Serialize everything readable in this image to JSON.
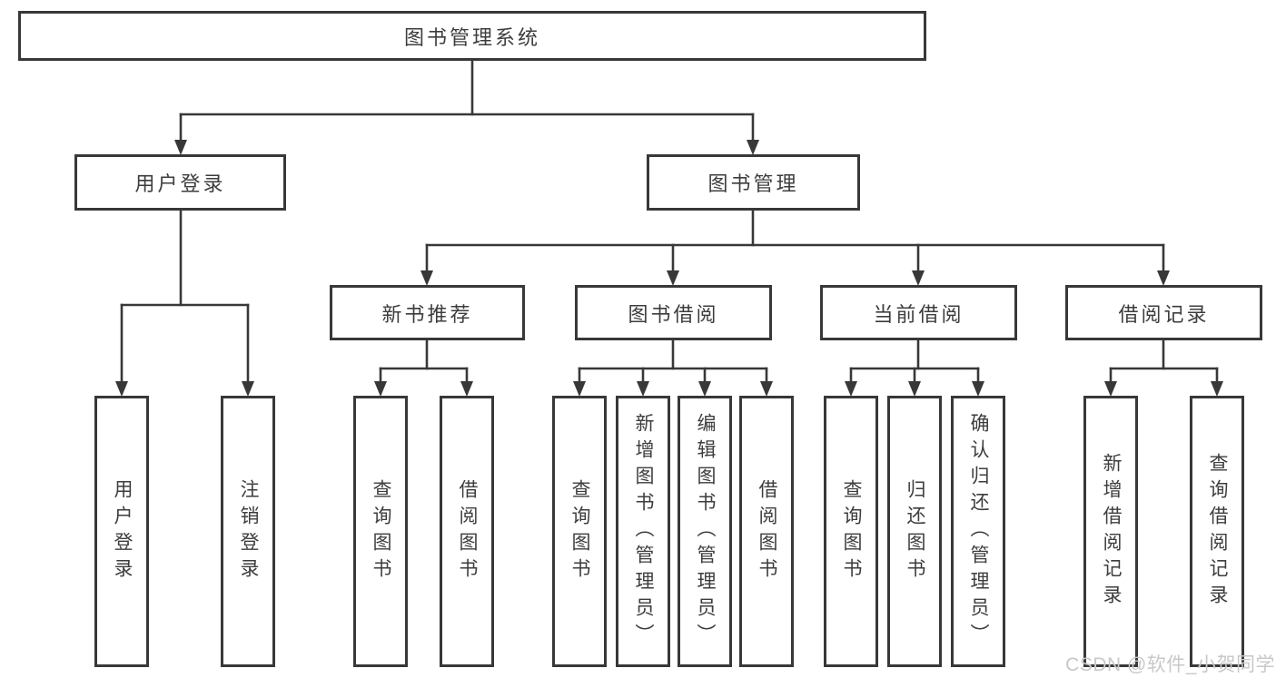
{
  "tree": {
    "root": "图书管理系统",
    "branches": [
      {
        "label": "用户登录",
        "children": [
          "用户登录",
          "注销登录"
        ]
      },
      {
        "label": "图书管理",
        "sections": [
          {
            "label": "新书推荐",
            "children": [
              "查询图书",
              "借阅图书"
            ]
          },
          {
            "label": "图书借阅",
            "children": [
              "查询图书",
              "新增图书（管理员）",
              "编辑图书（管理员）",
              "借阅图书"
            ]
          },
          {
            "label": "当前借阅",
            "children": [
              "查询图书",
              "归还图书",
              "确认归还（管理员）"
            ]
          },
          {
            "label": "借阅记录",
            "children": [
              "新增借阅记录",
              "查询借阅记录"
            ]
          }
        ]
      }
    ]
  },
  "watermark": "CSDN @软件_小贺同学",
  "colors": {
    "line": "#383838",
    "text": "#3d3d3d",
    "watermark": "#c8c8c8",
    "background": "#ffffff"
  }
}
